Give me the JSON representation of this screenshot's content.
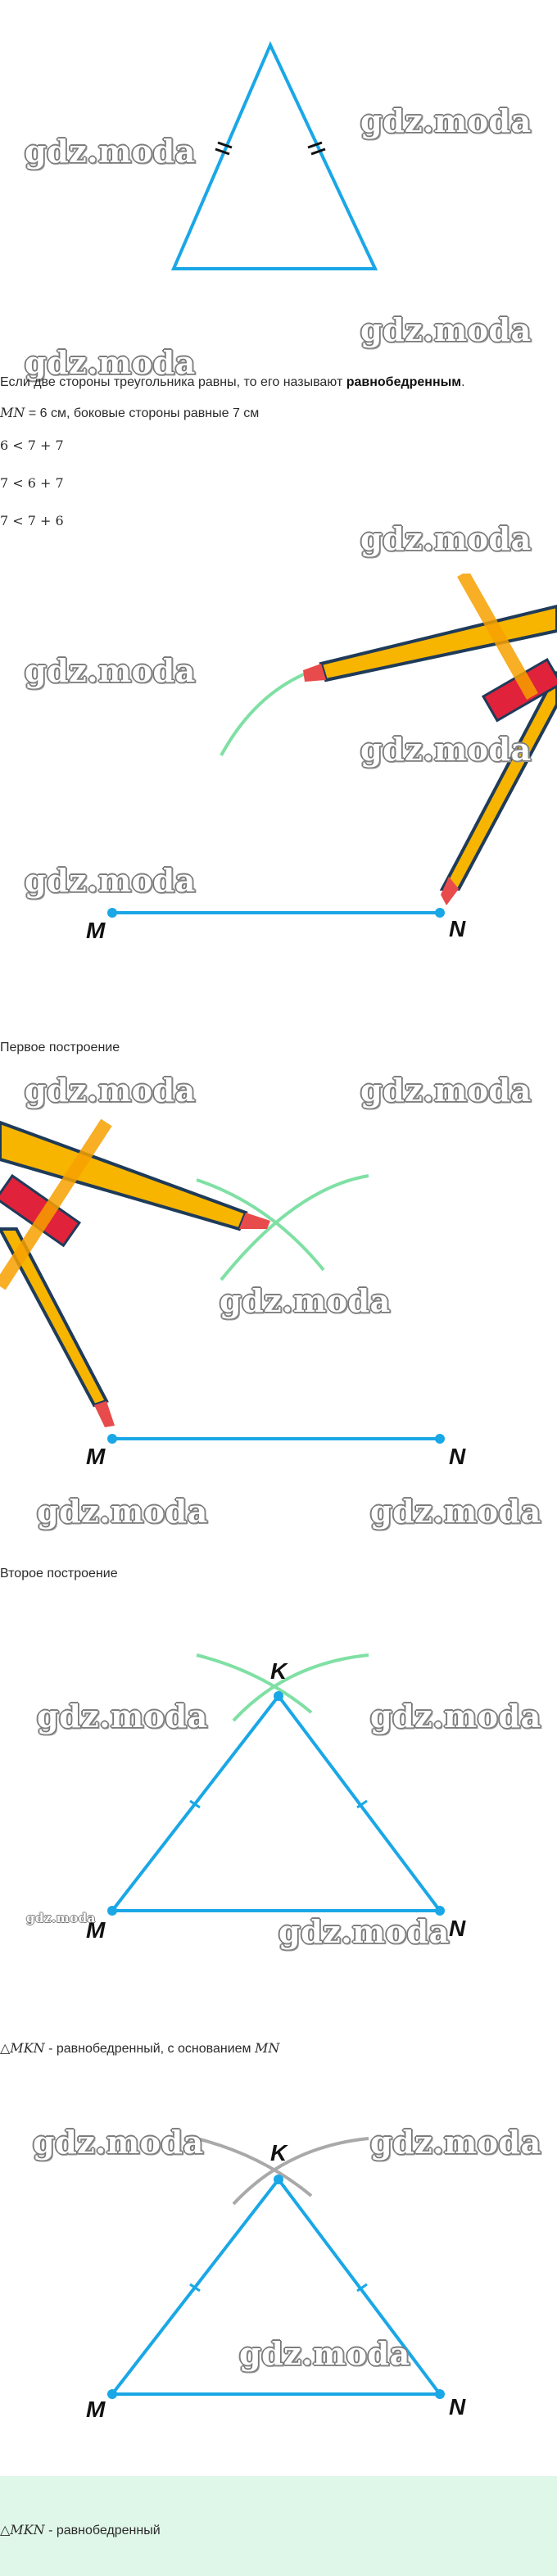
{
  "watermark": "gdz.moda",
  "text": {
    "definition_pre": "Если две стороны треугольника равны, то его называют ",
    "definition_bold": "равнобедренным",
    "definition_post": ".",
    "given_mn": "MN",
    "given_rest": " = 6 см, боковые стороны равные 7 см",
    "given_seven": "7",
    "given_end": " см",
    "ineq1": "6 < 7 + 7",
    "ineq2": "7 < 6 + 7",
    "ineq3": "7 < 7 + 6",
    "caption1": "Первое построение",
    "caption2": "Второе построение",
    "result1_math": "△MKN",
    "result1_rest": " - равнобедренный, с основанием ",
    "result1_base": "MN",
    "result2_math": "△MKN",
    "result2_rest": " - равнобедренный"
  },
  "labels": {
    "m": "M",
    "n": "N",
    "k": "K"
  },
  "colors": {
    "triangle": "#1aa7e6",
    "arc": "#7fe0a4",
    "arc_gray": "#a9a9a9",
    "compass": "#f7b500",
    "highlight": "#dff7e8"
  }
}
